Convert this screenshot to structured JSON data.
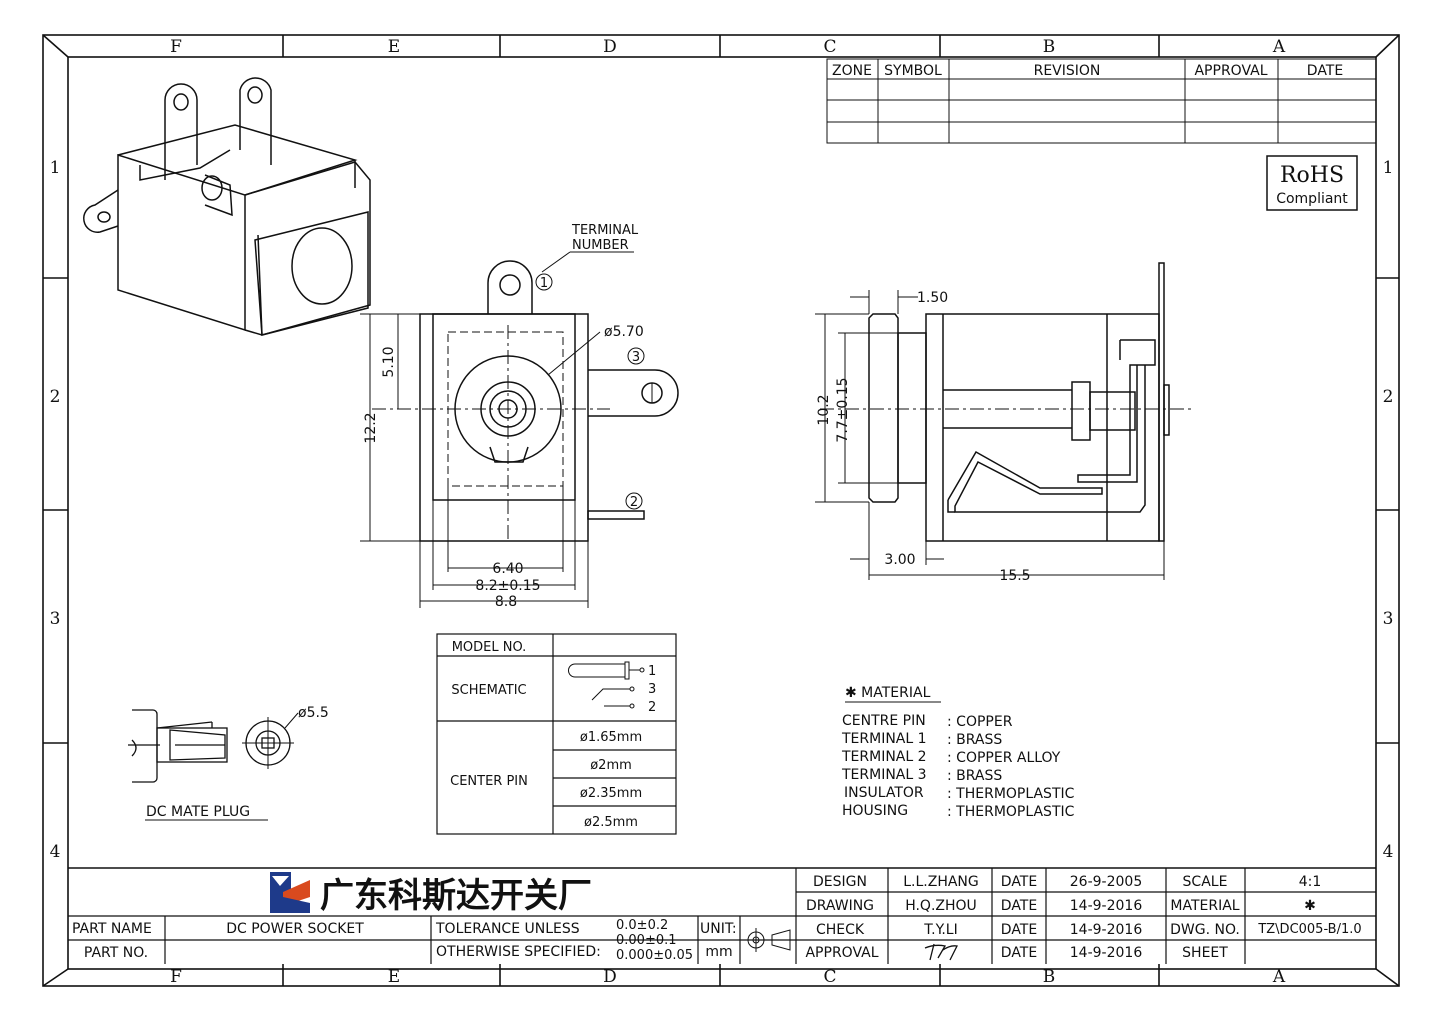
{
  "frame": {
    "zones_top": [
      "F",
      "E",
      "D",
      "C",
      "B",
      "A"
    ],
    "zones_side": [
      "1",
      "2",
      "3",
      "4"
    ]
  },
  "revision_table": {
    "headers": [
      "ZONE",
      "SYMBOL",
      "REVISION",
      "APPROVAL",
      "DATE"
    ]
  },
  "rohs": {
    "title": "RoHS",
    "subtitle": "Compliant"
  },
  "front_view": {
    "terminal_label_1": "TERMINAL",
    "terminal_label_2": "NUMBER",
    "terminal_1": "1",
    "terminal_2": "2",
    "terminal_3": "3",
    "dia_outer": "ø5.70",
    "dim_510": "5.10",
    "dim_122": "12.2",
    "dim_640": "6.40",
    "dim_82": "8.2±0.15",
    "dim_88": "8.8"
  },
  "side_view": {
    "dim_150": "1.50",
    "dim_102": "10.2",
    "dim_77": "7.7±0.15",
    "dim_300": "3.00",
    "dim_155": "15.5"
  },
  "mate_plug": {
    "dia": "ø5.5",
    "title": "DC MATE PLUG"
  },
  "model_table": {
    "model_no": "MODEL NO.",
    "schematic": "SCHEMATIC",
    "center_pin": "CENTER PIN",
    "sch_pins": [
      "1",
      "3",
      "2"
    ],
    "pins": [
      "ø1.65mm",
      "ø2mm",
      "ø2.35mm",
      "ø2.5mm"
    ]
  },
  "material": {
    "title": "✱ MATERIAL",
    "rows": [
      {
        "part": "CENTRE PIN",
        "mat": ": COPPER"
      },
      {
        "part": "TERMINAL  1",
        "mat": ": BRASS"
      },
      {
        "part": "TERMINAL  2",
        "mat": ": COPPER  ALLOY"
      },
      {
        "part": "TERMINAL  3",
        "mat": ": BRASS"
      },
      {
        "part": "INSULATOR",
        "mat": ": THERMOPLASTIC"
      },
      {
        "part": "HOUSING",
        "mat": ": THERMOPLASTIC"
      }
    ]
  },
  "title_block": {
    "company": "广东科斯达开关厂",
    "part_name_label": "PART NAME",
    "part_name": "DC POWER SOCKET",
    "part_no_label": "PART NO.",
    "tolerance_1": "TOLERANCE  UNLESS",
    "tolerance_2": "OTHERWISE  SPECIFIED:",
    "tol_a": "0.0±0.2",
    "tol_b": "0.00±0.1",
    "tol_c": "0.000±0.05",
    "unit_label": "UNIT:",
    "unit": "mm",
    "design_label": "DESIGN",
    "design": "L.L.ZHANG",
    "design_date": "26-9-2005",
    "drawing_label": "DRAWING",
    "drawing": "H.Q.ZHOU",
    "check_label": "CHECK",
    "check": "T.Y.LI",
    "check_date": "14-9-2016",
    "approval_label": "APPROVAL",
    "approval_date": "14-9-2016",
    "drawing_date": "14-9-2016",
    "date_label": "DATE",
    "scale_label": "SCALE",
    "scale": "4:1",
    "material_label": "MATERIAL",
    "material": "✱",
    "dwg_label": "DWG. NO.",
    "dwg": "TZ\\DC005-B/1.0",
    "sheet_label": "SHEET"
  }
}
